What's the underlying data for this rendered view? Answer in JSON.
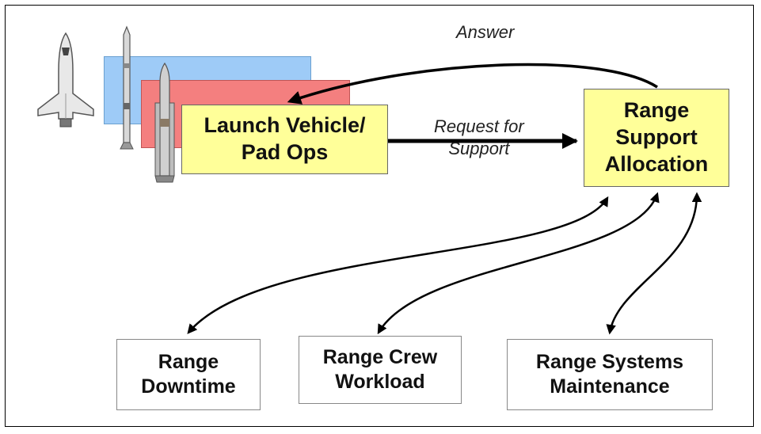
{
  "top_label": "Answer",
  "request_label_line1": "Request for",
  "request_label_line2": "Support",
  "launch_box": {
    "line1": "Launch Vehicle/",
    "line2": "Pad Ops"
  },
  "range_support_box": {
    "line1": "Range",
    "line2": "Support",
    "line3": "Allocation"
  },
  "bottom_boxes": [
    {
      "line1": "Range",
      "line2": "Downtime"
    },
    {
      "line1": "Range Crew",
      "line2": "Workload"
    },
    {
      "line1": "Range Systems",
      "line2": "Maintenance"
    }
  ],
  "colors": {
    "blue_panel": "#9ecbf7",
    "red_panel": "#f47f7f",
    "yellow_box": "#ffff99"
  },
  "icons": [
    "space-shuttle-icon",
    "thin-rocket-icon",
    "heavy-rocket-icon"
  ]
}
